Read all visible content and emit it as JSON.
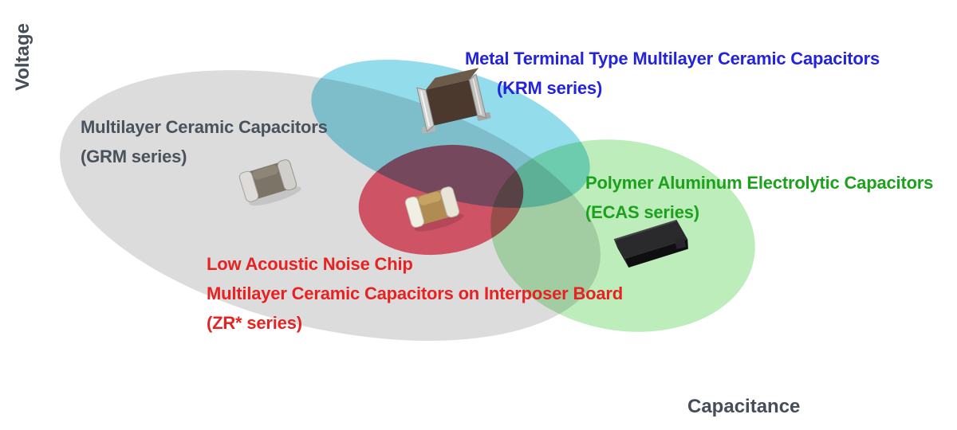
{
  "axes": {
    "y_label": "Voltage",
    "x_label": "Capacitance",
    "axis_color": "#aeb2b4",
    "label_color": "#454e58"
  },
  "regions": [
    {
      "id": "grm",
      "lines": [
        "Multilayer Ceramic Capacitors",
        "(GRM series)"
      ],
      "text_color": "#4a525c",
      "fill": "#dcdcdc",
      "component_icon": "mlcc-chip-image"
    },
    {
      "id": "krm",
      "lines": [
        "Metal Terminal Type Multilayer Ceramic Capacitors",
        "(KRM series)"
      ],
      "text_color": "#2323dd",
      "fill": "#92dcec",
      "component_icon": "metal-terminal-mlcc-chip-image"
    },
    {
      "id": "ecas",
      "lines": [
        "Polymer Aluminum Electrolytic Capacitors",
        "(ECAS series)"
      ],
      "text_color": "#1da11d",
      "fill": "#bcedbb",
      "component_icon": "polymer-aluminum-capacitor-chip-image"
    },
    {
      "id": "zr",
      "lines": [
        "Low Acoustic Noise Chip",
        "Multilayer Ceramic Capacitors on Interposer Board",
        "(ZR* series)"
      ],
      "text_color": "#e62222",
      "fill": "#ee6075",
      "component_icon": "interposer-mlcc-chip-image"
    }
  ]
}
